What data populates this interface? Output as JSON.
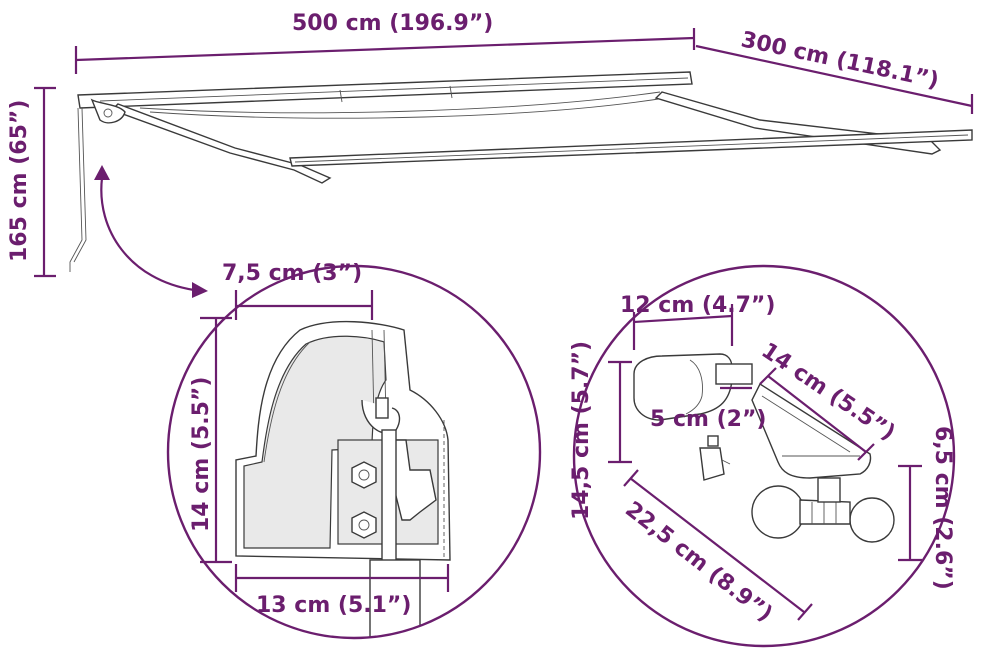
{
  "colors": {
    "dimension": "#6b1e6e",
    "outline": "#3a3a3a",
    "background": "#ffffff"
  },
  "dimensions": {
    "width_total": "500 cm (196.9”)",
    "depth_total": "300 cm (118.1”)",
    "height_total": "165 cm (65”)",
    "bracket_width": "7,5 cm (3”)",
    "bracket_height": "14 cm (5.5”)",
    "bracket_depth": "13 cm (5.1”)",
    "remote_width": "12 cm (4.7”)",
    "remote_length": "14 cm (5.5”)",
    "remote_height": "14,5 cm (5.7”)",
    "sensor_width": "5 cm (2”)",
    "sensor_base": "22,5 cm (8.9”)",
    "sensor_height": "6,5 cm (2.6”)"
  }
}
